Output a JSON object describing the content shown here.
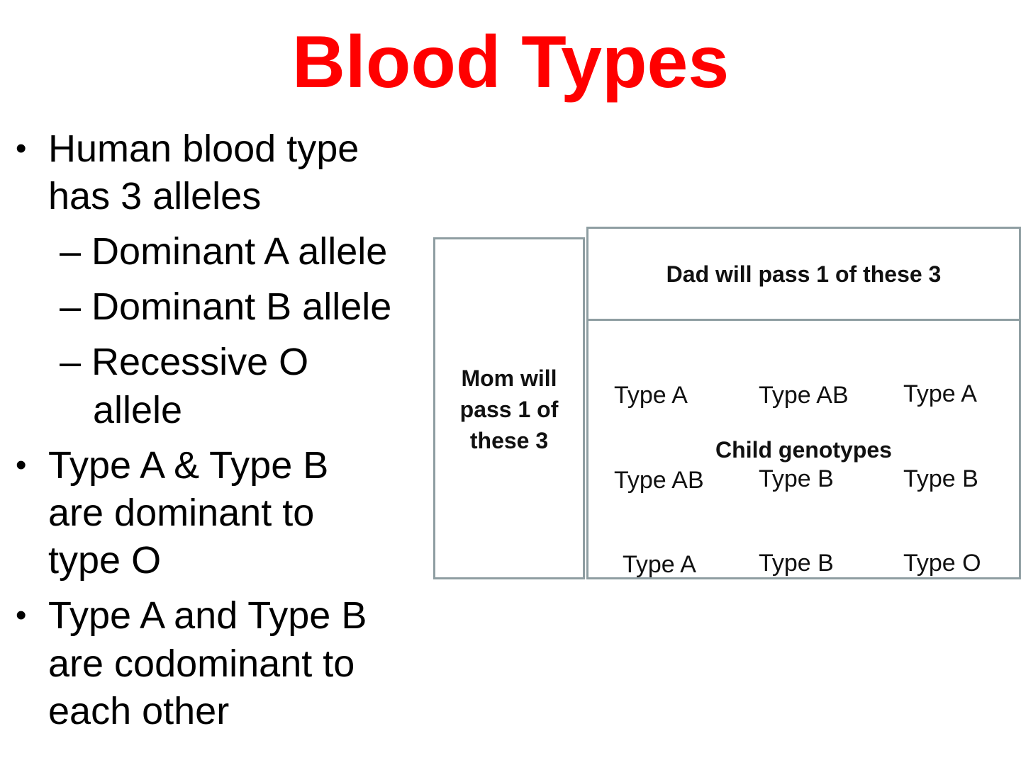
{
  "slide": {
    "title": "Blood Types",
    "title_color": "#ff0000"
  },
  "bullets": {
    "b1_line1": "Human blood type",
    "b1_line2": "has 3 alleles",
    "sub1": "– Dominant A allele",
    "sub2": "– Dominant B allele",
    "sub3_line1": "– Recessive O",
    "sub3_line2": "allele",
    "b2_line1": "Type A & Type B",
    "b2_line2": "are dominant to",
    "b2_line3": "type O",
    "b3_line1": "Type A and Type B",
    "b3_line2": "are codominant to",
    "b3_line3": "each other",
    "bullet_glyph": "•"
  },
  "diagram": {
    "border_color": "#8f9ea2",
    "mom_label_line1": "Mom will",
    "mom_label_line2": "pass 1 of",
    "mom_label_line3": "these 3",
    "dad_label": "Dad will pass 1 of these 3",
    "child_label": "Child genotypes",
    "grid": [
      [
        "Type A",
        "Type AB",
        "Type A"
      ],
      [
        "Type AB",
        "Type B",
        "Type B"
      ],
      [
        "Type A",
        "Type B",
        "Type O"
      ]
    ]
  }
}
